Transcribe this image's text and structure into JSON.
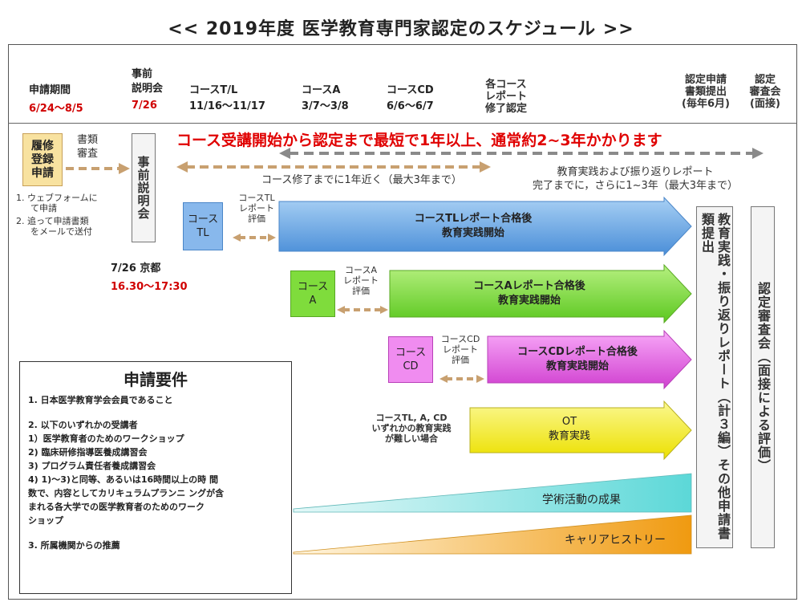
{
  "title": "<<  2019年度 医学教育専門家認定のスケジュール >>",
  "header": {
    "application_period_label": "申請期間",
    "application_period_dates": "6/24〜8/5",
    "briefing_label_1": "事前",
    "briefing_label_2": "説明会",
    "briefing_date": "7/26",
    "course_tl_label": "コースT/L",
    "course_tl_dates": "11/16〜11/17",
    "course_a_label": "コースA",
    "course_a_dates": "3/7〜3/8",
    "course_cd_label": "コースCD",
    "course_cd_dates": "6/6〜6/7",
    "reports_1": "各コース",
    "reports_2": "レポート",
    "reports_3": "修了認定",
    "cert_app_1": "認定申請",
    "cert_app_2": "書類提出",
    "cert_app_3": "(毎年6月)",
    "review_1": "認定",
    "review_2": "審査会",
    "review_3": "(面接)"
  },
  "headline": "コース受講開始から認定まで最短で1年以上、通常約2~3年かかります",
  "course_completion_note": "コース修了までに1年近く（最大3年まで）",
  "practice_note_1": "教育実践および振り返りレポート",
  "practice_note_2": "完了までに，さらに1~3年（最大3年まで）",
  "registration_box": "履修登録申請",
  "doc_review": "書類\n審査",
  "reg_steps": {
    "step1_a": "1.  ウェブフォームに",
    "step1_b": "て申請",
    "step2_a": "2.  追って申請書類",
    "step2_b": "をメールで送付"
  },
  "briefing_box": "事前説明会",
  "briefing_place": "7/26 京都",
  "briefing_time": "16.30〜17:30",
  "courses": {
    "tl": {
      "box": "コース\nTL",
      "eval": "コースTL\nレポート\n評価",
      "arrow_1": "コースTLレポート合格後",
      "arrow_2": "教育実践開始"
    },
    "a": {
      "box": "コース\nA",
      "eval": "コースA\nレポート\n評価",
      "arrow_1": "コースAレポート合格後",
      "arrow_2": "教育実践開始"
    },
    "cd": {
      "box": "コース\nCD",
      "eval": "コースCD\nレポート\n評価",
      "arrow_1": "コースCDレポート合格後",
      "arrow_2": "教育実践開始"
    }
  },
  "ot": {
    "note": "コースTL, A, CD\nいずれかの教育実践\nが難しい場合",
    "arrow_1": "OT",
    "arrow_2": "教育実践"
  },
  "academic": "学術活動の成果",
  "career": "キャリアヒストリー",
  "reports_box": "教育実践・振り返りレポート（計３編）その他申請書類提出",
  "review_box": "認定審査会（面接による評価）",
  "requirements": {
    "title": "申請要件",
    "l1": "1.   日本医学教育学会会員であること",
    "l2": "2.   以下のいずれかの受講者",
    "l3": "    1）医学教育者のためのワークショップ",
    "l4": "    2)  臨床研修指導医養成講習会",
    "l5": "    3)  プログラム責任者養成講習会",
    "l6": "    4)    1)〜3)と同等、あるいは16時間以上の時 間",
    "l7": "数で、内容としてカリキュラムプランニ ングが含",
    "l8": "まれる各大学での医学教育者のためのワーク",
    "l9": "ショップ",
    "l10": "3.   所属機関からの推薦"
  },
  "colors": {
    "tl": "#66a3e0",
    "a": "#7fd63a",
    "cd": "#e05ae0",
    "ot": "#f4f000",
    "academic": "#6ee0e0",
    "career": "#f4a020",
    "headline": "#e00000",
    "dashed_brown": "#c8a070"
  }
}
